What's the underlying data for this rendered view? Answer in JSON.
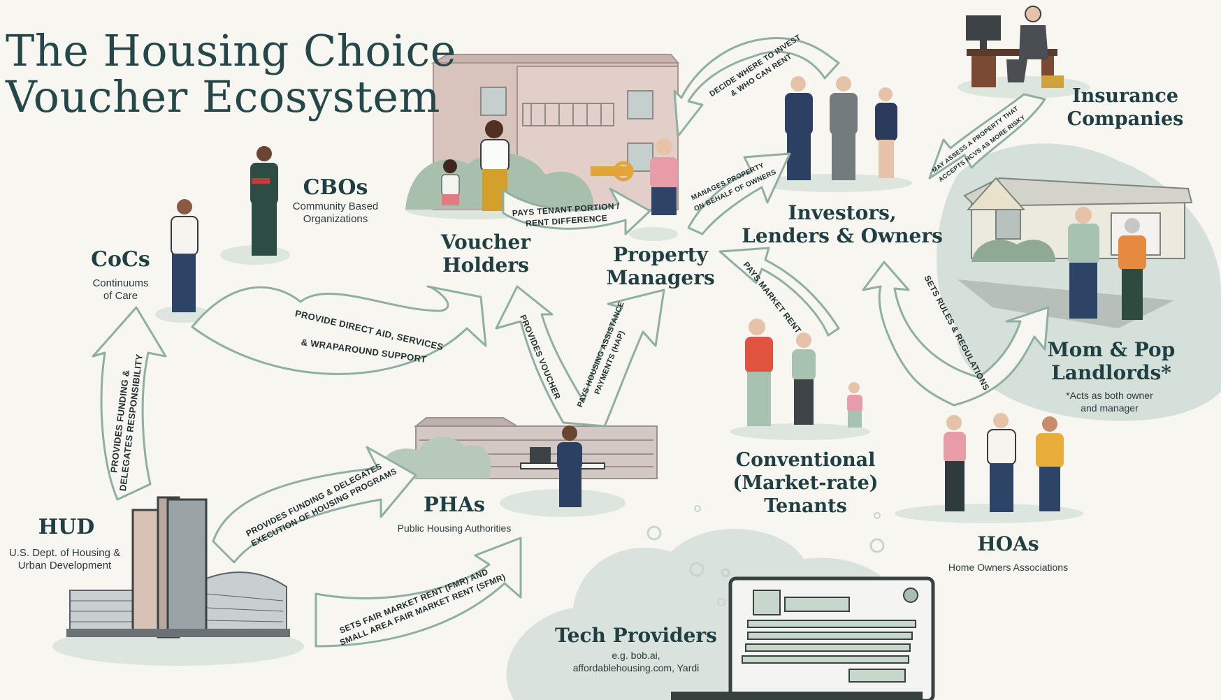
{
  "title_line1": "The Housing Choice",
  "title_line2": "Voucher Ecosystem",
  "nodes": {
    "hud": {
      "title": "HUD",
      "subtitle_line1": "U.S. Dept. of Housing &",
      "subtitle_line2": "Urban Development"
    },
    "cocs": {
      "title": "CoCs",
      "subtitle_line1": "Continuums",
      "subtitle_line2": "of Care"
    },
    "cbos": {
      "title": "CBOs",
      "subtitle_line1": "Community Based",
      "subtitle_line2": "Organizations"
    },
    "voucher_holders": {
      "title_line1": "Voucher",
      "title_line2": "Holders"
    },
    "property_managers": {
      "title_line1": "Property",
      "title_line2": "Managers"
    },
    "investors": {
      "title_line1": "Investors,",
      "title_line2": "Lenders & Owners"
    },
    "insurance": {
      "title_line1": "Insurance",
      "title_line2": "Companies"
    },
    "mom_pop": {
      "title_line1": "Mom & Pop",
      "title_line2": "Landlords*",
      "note_line1": "*Acts as both owner",
      "note_line2": "and manager"
    },
    "phas": {
      "title": "PHAs",
      "subtitle": "Public Housing Authorities"
    },
    "tenants": {
      "title_line1": "Conventional",
      "title_line2": "(Market-rate)",
      "title_line3": "Tenants"
    },
    "hoas": {
      "title": "HOAs",
      "subtitle": "Home Owners Associations"
    },
    "tech": {
      "title": "Tech Providers",
      "subtitle_line1": "e.g. bob.ai,",
      "subtitle_line2": "affordablehousing.com, Yardi"
    }
  },
  "arrows": {
    "hud_to_cocs_1": "PROVIDES FUNDING &",
    "hud_to_cocs_2": "DELEGATES RESPONSIBILITY",
    "cocs_to_vh_1": "PROVIDE DIRECT AID, SERVICES",
    "cocs_to_vh_2": "& WRAPAROUND SUPPORT",
    "hud_to_pha_1": "PROVIDES FUNDING & DELEGATES",
    "hud_to_pha_2": "EXECUTION OF HOUSING PROGRAMS",
    "fmr_1": "SETS FAIR MARKET RENT (FMR) AND",
    "fmr_2": "SMALL AREA FAIR MARKET RENT (SFMR)",
    "provides_voucher": "PROVIDES VOUCHER",
    "hap_1": "PAYS HOUSING ASSISTANCE",
    "hap_2": "PAYMENTS (HAP)",
    "tenant_portion_1": "PAYS TENANT PORTION /",
    "tenant_portion_2": "RENT DIFFERENCE",
    "manages_1": "MANAGES PROPERTY",
    "manages_2": "ON BEHALF OF OWNERS",
    "decide_1": "DECIDE WHERE TO INVEST",
    "decide_2": "& WHO CAN RENT",
    "insurance_1": "MAY ASSESS A PROPERTY THAT",
    "insurance_2": "ACCEPTS HCVS AS MORE RISKY",
    "market_rent": "PAYS MARKET RENT",
    "rules": "SETS RULES & REGULATIONS"
  },
  "colors": {
    "arrow_stroke": "#8fb0a0",
    "title": "#24474a",
    "blob": "#d6e0da"
  }
}
